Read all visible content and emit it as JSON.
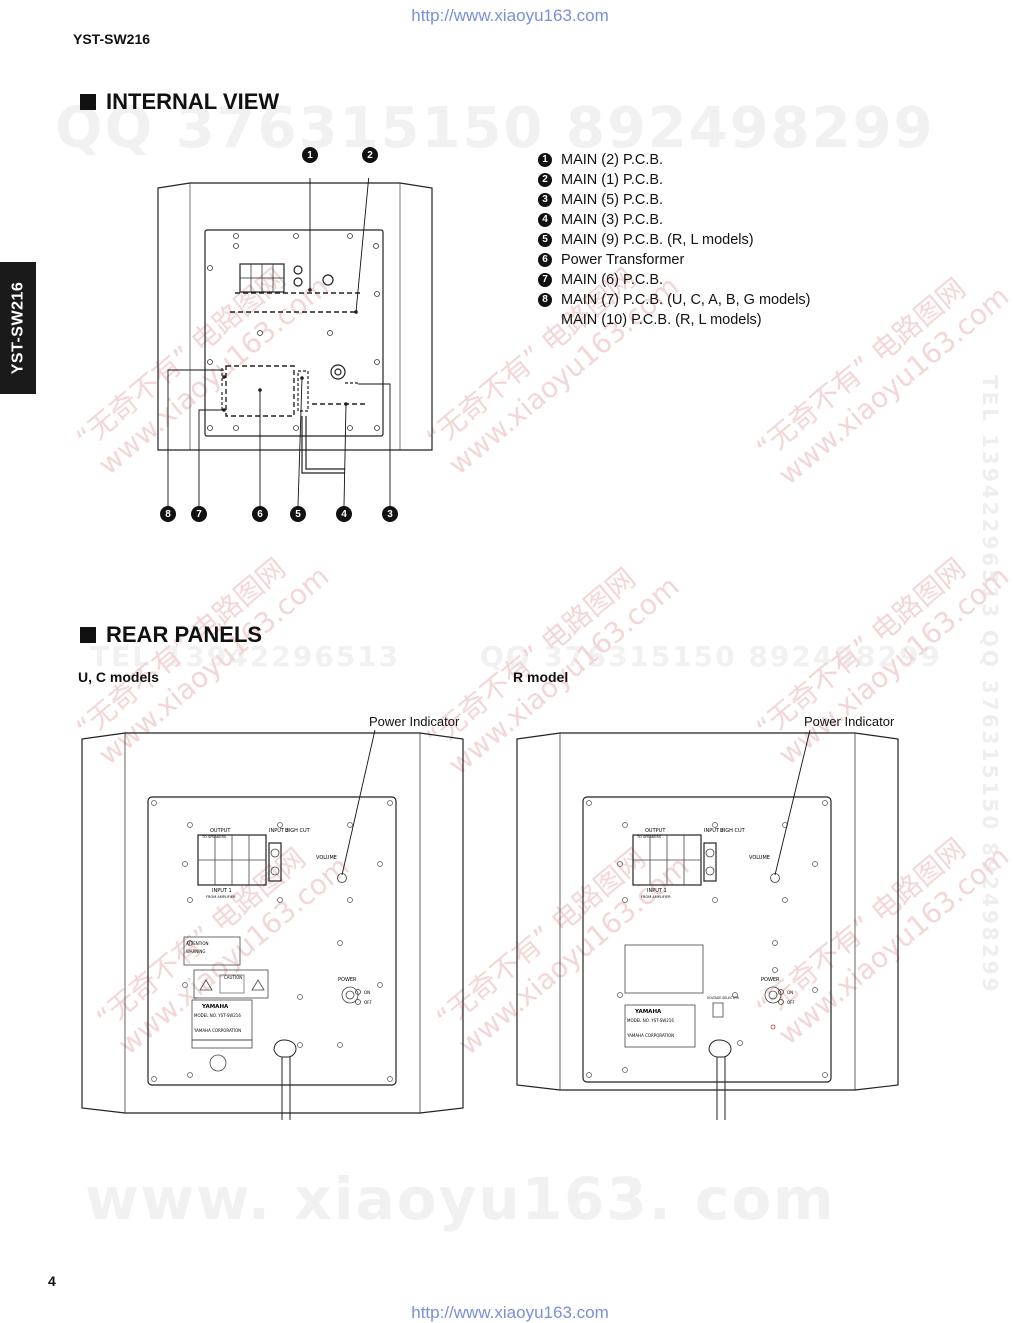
{
  "header": {
    "url_top": "http://www.xiaoyu163.com",
    "model": "YST-SW216"
  },
  "side_tab": "YST-SW216",
  "internal_view": {
    "title": "INTERNAL VIEW",
    "callouts_top": [
      "1",
      "2"
    ],
    "callouts_bottom": [
      "8",
      "7",
      "6",
      "5",
      "4",
      "3"
    ],
    "legend": [
      {
        "num": "1",
        "label": "MAIN (2) P.C.B."
      },
      {
        "num": "2",
        "label": "MAIN (1) P.C.B."
      },
      {
        "num": "3",
        "label": "MAIN (5) P.C.B."
      },
      {
        "num": "4",
        "label": "MAIN (3) P.C.B."
      },
      {
        "num": "5",
        "label": "MAIN (9) P.C.B. (R, L models)"
      },
      {
        "num": "6",
        "label": "Power Transformer"
      },
      {
        "num": "7",
        "label": "MAIN (6) P.C.B."
      },
      {
        "num": "8",
        "label": "MAIN (7) P.C.B. (U, C, A, B, G models)",
        "continuation": "MAIN (10) P.C.B. (R, L models)"
      }
    ]
  },
  "rear_panels": {
    "title": "REAR PANELS",
    "left": {
      "label": "U, C models",
      "power_indicator": "Power Indicator",
      "panel": {
        "output": "OUTPUT",
        "to_speakers": "TO SPEAKERS",
        "input1": "INPUT 1",
        "from_amplifier": "FROM AMPLIFIER",
        "input2": "INPUT 2",
        "high_cut": "HIGH CUT",
        "volume": "VOLUME",
        "power": "POWER",
        "on": "ON",
        "off": "OFF",
        "attention": "ATTENTION",
        "warning": "WARNING",
        "caution": "CAUTION",
        "brand": "YAMAHA",
        "model_no": "MODEL NO. YST-SW216",
        "corporation": "YAMAHA CORPORATION"
      }
    },
    "right": {
      "label": "R model",
      "power_indicator": "Power Indicator",
      "panel": {
        "output": "OUTPUT",
        "to_speakers": "TO SPEAKERS",
        "input1": "INPUT 1",
        "from_amplifier": "FROM AMPLIFIER",
        "input2": "INPUT 2",
        "high_cut": "HIGH CUT",
        "volume": "VOLUME",
        "power": "POWER",
        "on": "ON",
        "off": "OFF",
        "voltage_selector": "VOLTAGE SELECTOR",
        "brand": "YAMAHA",
        "model_no": "MODEL NO. YST-SW216",
        "corporation": "YAMAHA CORPORATION"
      }
    }
  },
  "watermarks": {
    "qq_line": "QQ 376315150   892498299",
    "tel_line": "TEL 13942296513",
    "qq_line2": "QQ 376315150   892498299",
    "site_big": "www. xiaoyu163. com",
    "stamp_cn": "“无奇不有” 电路图网",
    "stamp_site": "www.xiaoyu163.com",
    "vertical": "TEL 13942296513   QQ 376315150   892498299"
  },
  "footer": {
    "page_number": "4",
    "url_bottom": "http://www.xiaoyu163.com"
  }
}
